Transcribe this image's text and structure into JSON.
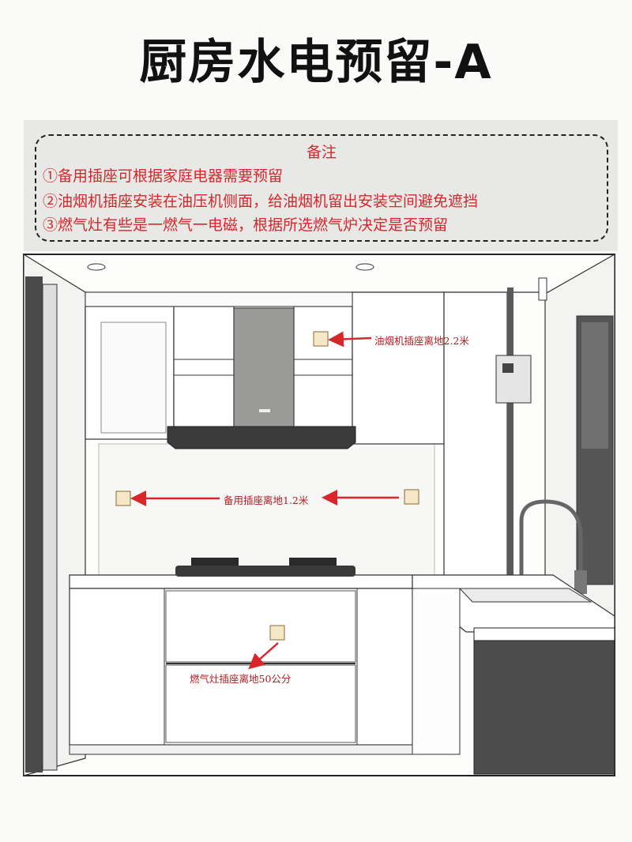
{
  "title": "厨房水电预留-A",
  "notes": {
    "heading": "备注",
    "items": [
      "①备用插座可根据家庭电器需要预留",
      "②油烟机插座安装在油压机侧面，给油烟机留出安装空间避免遮挡",
      "③燃气灶有些是一燃气一电磁，根据所选燃气炉决定是否预留"
    ]
  },
  "labels": {
    "hood_socket": "油烟机插座离地2.2米",
    "spare_socket": "备用插座离地1.2米",
    "stove_socket": "燃气灶插座离地50公分"
  },
  "colors": {
    "annotation": "#d8262b",
    "arrow": "#d8262b"
  }
}
